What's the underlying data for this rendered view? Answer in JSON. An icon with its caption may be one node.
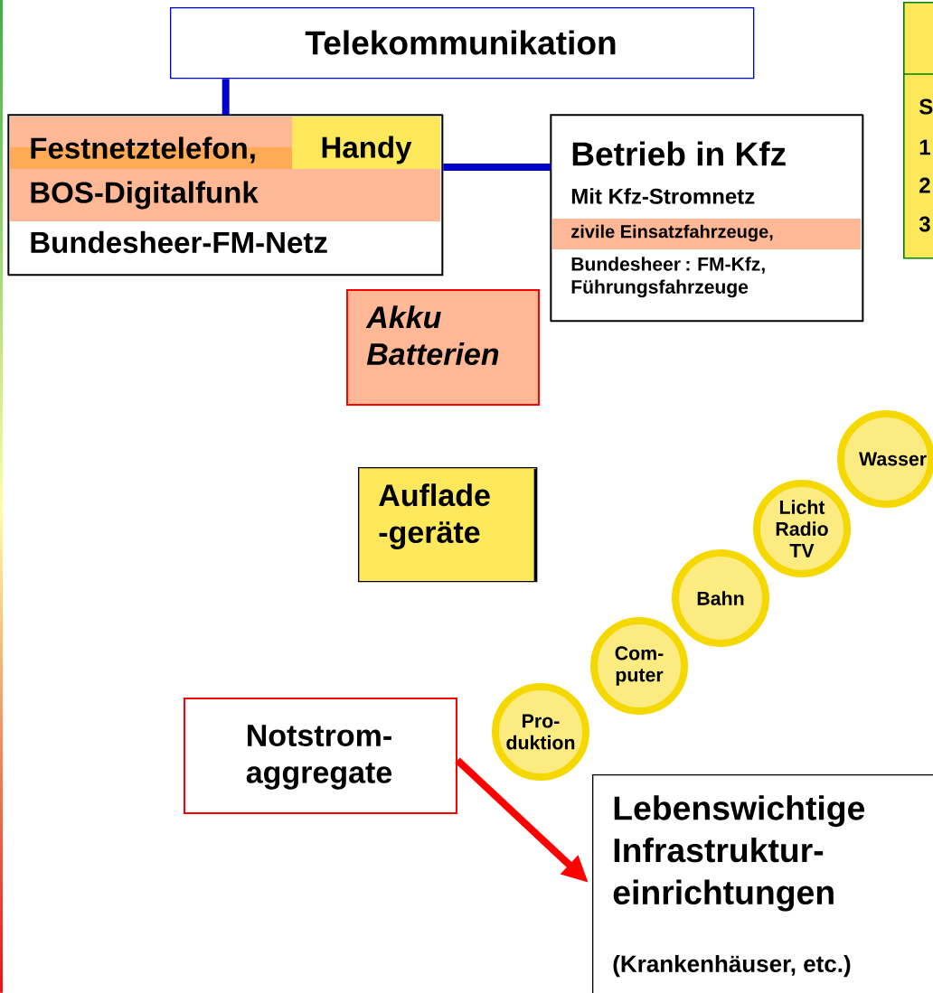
{
  "diagram": {
    "nodes": [
      {
        "text": [
          "Telekommunikation"
        ]
      },
      {
        "text": [
          "Festnetztelefon,",
          "Handy",
          "BOS-Digitalfunk",
          "Bundesheer-FM-Netz"
        ]
      },
      {
        "text": [
          "Betrieb in Kfz",
          "Mit Kfz-Stromnetz",
          "zivile Einsatzfahrzeuge,",
          "Bundesheer : FM-Kfz, Führungsfahrzeuge"
        ]
      },
      {
        "text": [
          "S",
          "1",
          "2",
          "3"
        ]
      },
      {
        "text": [
          "Akku Batterien"
        ]
      },
      {
        "text": [
          "Auflade -geräte"
        ]
      },
      {
        "text": [
          "Wasser"
        ]
      },
      {
        "text": [
          "Licht Radio TV"
        ]
      },
      {
        "text": [
          "Bahn"
        ]
      },
      {
        "text": [
          "Com- puter"
        ]
      },
      {
        "text": [
          "Pro- duktion"
        ]
      },
      {
        "text": [
          "Notstrom- aggregate"
        ]
      },
      {
        "text": [
          "Lebenswichtige Infrastruktur- einrichtungen",
          "(Krankenhäuser, etc.)"
        ]
      }
    ],
    "edges": [
      {
        "from": 0,
        "to": 1,
        "arrow": "none",
        "color": "#0000cc"
      },
      {
        "from": 1,
        "to": 2,
        "arrow": "none",
        "color": "#0000cc"
      },
      {
        "from": 11,
        "to": 12,
        "arrow": "to",
        "color": "#ff0000"
      }
    ]
  }
}
